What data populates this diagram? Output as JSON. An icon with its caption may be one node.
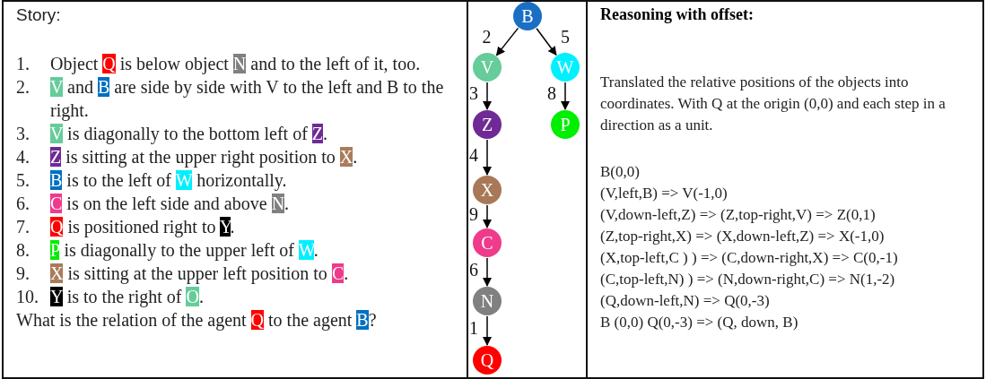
{
  "diagram": {
    "nodes": [
      {
        "text": [
          "B"
        ]
      },
      {
        "text": [
          "V"
        ]
      },
      {
        "text": [
          "W"
        ]
      },
      {
        "text": [
          "Z"
        ]
      },
      {
        "text": [
          "P"
        ]
      },
      {
        "text": [
          "X"
        ]
      },
      {
        "text": [
          "C"
        ]
      },
      {
        "text": [
          "N"
        ]
      },
      {
        "text": [
          "Q"
        ]
      }
    ],
    "edges": [
      {
        "from": 0,
        "to": 1,
        "arrow": "to",
        "label": "2"
      },
      {
        "from": 0,
        "to": 2,
        "arrow": "to",
        "label": "5"
      },
      {
        "from": 1,
        "to": 3,
        "arrow": "to",
        "label": "3"
      },
      {
        "from": 2,
        "to": 4,
        "arrow": "to",
        "label": "8"
      },
      {
        "from": 3,
        "to": 5,
        "arrow": "to",
        "label": "4"
      },
      {
        "from": 5,
        "to": 6,
        "arrow": "to",
        "label": "9"
      },
      {
        "from": 6,
        "to": 7,
        "arrow": "to",
        "label": "6"
      },
      {
        "from": 7,
        "to": 8,
        "arrow": "to",
        "label": "1"
      }
    ],
    "labels": [
      "Story:",
      "1. Object Q is below object N and to the left of it, too.",
      "2. V and B are side by side with V to the left and B to the right.",
      "3. V is diagonally to the bottom left of Z.",
      "4. Z is sitting at the upper right position to X.",
      "5. B is to the left of W horizontally.",
      "6. C is on the left side and above N.",
      "7. Q is positioned right to Y.",
      "8. P is diagonally to the upper left of W.",
      "9. X is sitting at the upper left position to C.",
      "10. Y is to the right of O.",
      "What is the relation of the agent Q to the agent B?",
      "Reasoning with offset:",
      "Translated the relative positions of the objects into coordinates. With Q at the origin (0,0) and each step in a direction as a unit.",
      "B(0,0)",
      "(V,left,B) => V(-1,0)",
      "(V,down-left,Z) => (Z,top-right,V) => Z(0,1)",
      "(Z,top-right,X) => (X,down-left,Z) => X(-1,0)",
      "(X,top-left,C ) ) => (C,down-right,X) => C(0,-1)",
      "(C,top-left,N) ) => (N,down-right,C) => N(1,-2)",
      "(Q,down-left,N) => Q(0,-3)",
      "B (0,0) Q(0,-3) => (Q, down, B)"
    ]
  }
}
